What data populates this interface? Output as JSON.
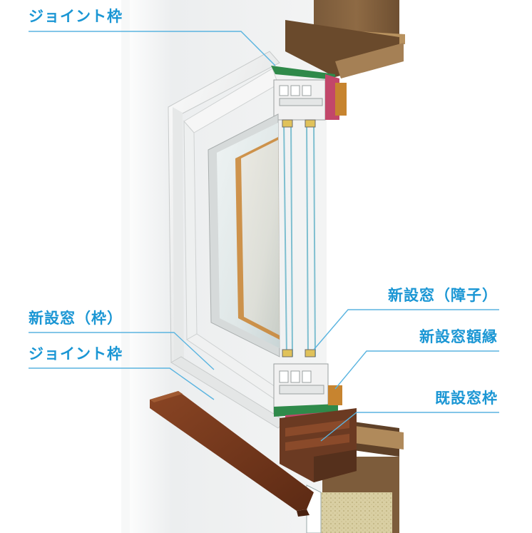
{
  "colors": {
    "label": "#1a96d4",
    "leader_line": "#5ab4e0",
    "wall": "#eef0f1",
    "frame_white": "#f4f5f4",
    "glass": "#dbe4e6",
    "wood_brown": "#6b3a22",
    "green_gasket": "#2f8a4a",
    "pink_gasket": "#c2476a",
    "sill_brown": "#7a3a1e",
    "insulation": "#d9cfa3"
  },
  "labels": {
    "joint_frame_top": "ジョイント枠",
    "new_window_frame": "新設窓（枠）",
    "joint_frame_bottom": "ジョイント枠",
    "new_window_sash": "新設窓（障子）",
    "new_window_trim": "新設窓額縁",
    "existing_window_frame": "既設窓枠"
  }
}
